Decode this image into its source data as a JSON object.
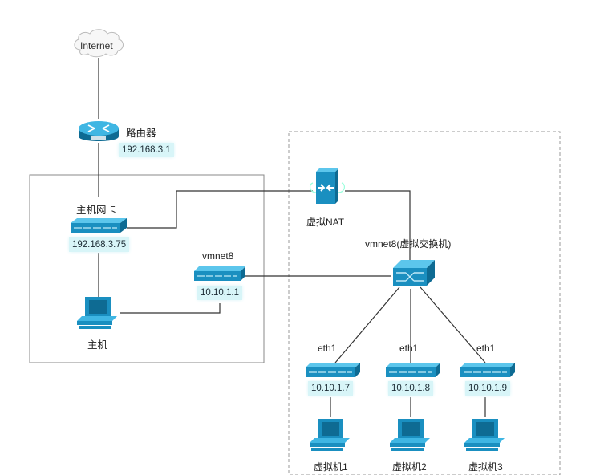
{
  "colors": {
    "device_fill": "#1a8fc0",
    "device_dark": "#0e6b93",
    "device_light": "#3fb6e3",
    "ip_bg": "#d8f5f8",
    "line": "#333333",
    "box_border": "#888888",
    "dashed_border": "#999999"
  },
  "nodes": {
    "internet": {
      "label": "Internet",
      "icon": "cloud-icon"
    },
    "router": {
      "label": "路由器",
      "ip": "192.168.3.1",
      "icon": "router-icon"
    },
    "host_nic": {
      "label": "主机网卡",
      "ip": "192.168.3.75",
      "icon": "nic-icon"
    },
    "host": {
      "label": "主机",
      "icon": "computer-icon"
    },
    "vmnet8": {
      "label": "vmnet8",
      "ip": "10.10.1.1",
      "icon": "nic-icon"
    },
    "nat": {
      "label": "虚拟NAT",
      "icon": "nat-icon"
    },
    "switch": {
      "label": "vmnet8(虚拟交换机)",
      "icon": "switch-icon"
    },
    "vms": [
      {
        "nic_label": "eth1",
        "ip": "10.10.1.7",
        "label": "虚拟机1"
      },
      {
        "nic_label": "eth1",
        "ip": "10.10.1.8",
        "label": "虚拟机2"
      },
      {
        "nic_label": "eth1",
        "ip": "10.10.1.9",
        "label": "虚拟机3"
      }
    ]
  },
  "groups": [
    {
      "name": "host-machine-group",
      "style": "solid"
    },
    {
      "name": "virtual-network-group",
      "style": "dashed"
    }
  ]
}
